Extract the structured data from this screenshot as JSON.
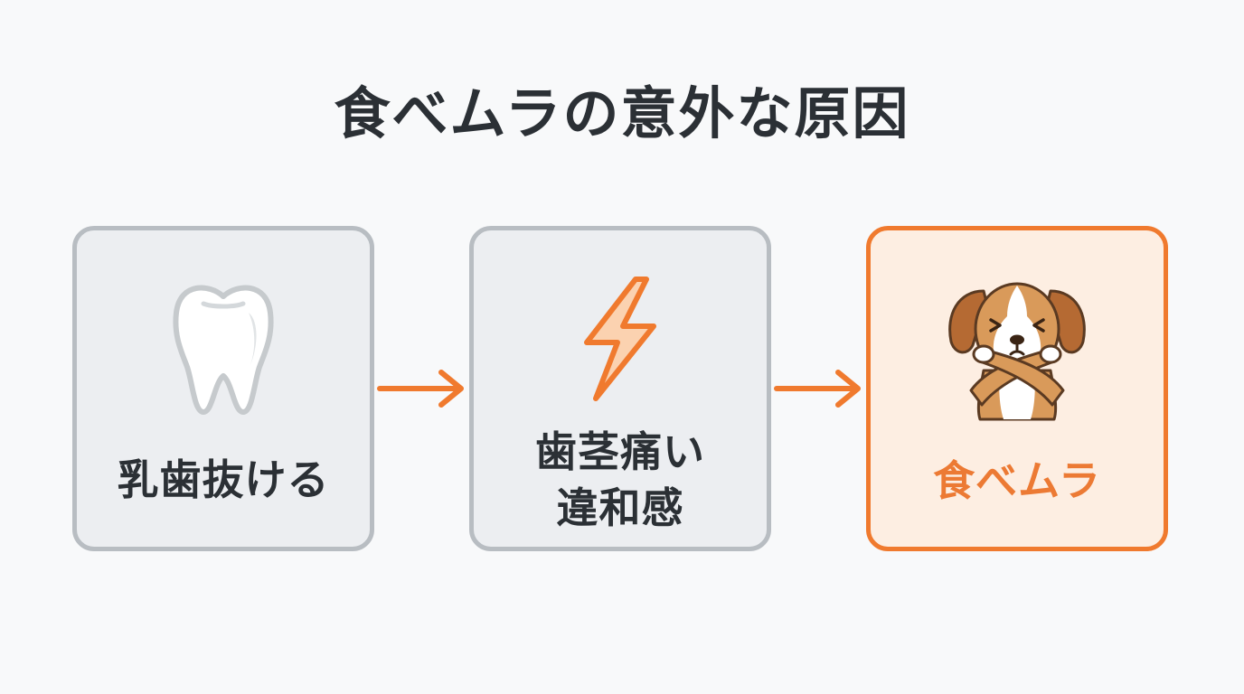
{
  "title": "食べムラの意外な原因",
  "steps": [
    {
      "label_lines": [
        "乳歯抜ける"
      ],
      "icon": "tooth-icon"
    },
    {
      "label_lines": [
        "歯茎痛い",
        "違和感"
      ],
      "icon": "lightning-icon"
    },
    {
      "label_lines": [
        "食べムラ"
      ],
      "icon": "dog-refusing-icon"
    }
  ],
  "colors": {
    "accent": "#f07a2e",
    "card_border": "#b8bdc2",
    "card_fill": "#eceef1",
    "highlight_fill": "#fdeee2",
    "text": "#2b3035"
  }
}
